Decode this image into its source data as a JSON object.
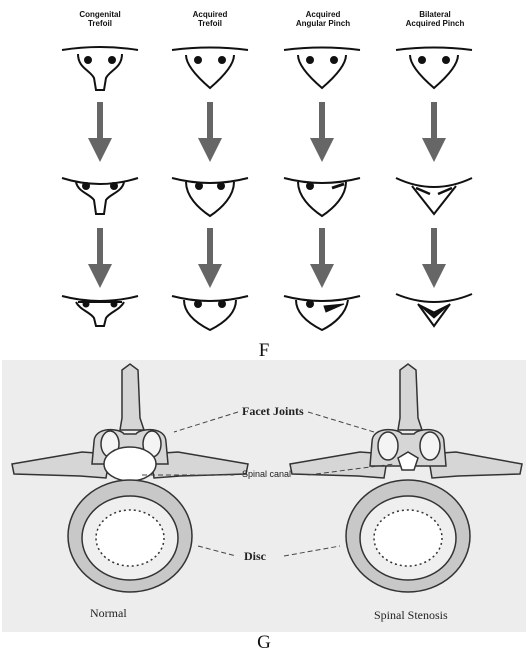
{
  "panelF": {
    "letter": "F",
    "columns": [
      {
        "line1": "Congenital",
        "line2": "Trefoil"
      },
      {
        "line1": "Acquired",
        "line2": "Trefoil"
      },
      {
        "line1": "Acquired",
        "line2": "Angular Pinch"
      },
      {
        "line1": "Bilateral",
        "line2": "Acquired Pinch"
      }
    ]
  },
  "panelG": {
    "letter": "G",
    "labels": {
      "facet": "Facet Joints",
      "canal": "Spinal canal",
      "disc": "Disc",
      "normal": "Normal",
      "stenosis": "Spinal Stenosis"
    }
  }
}
